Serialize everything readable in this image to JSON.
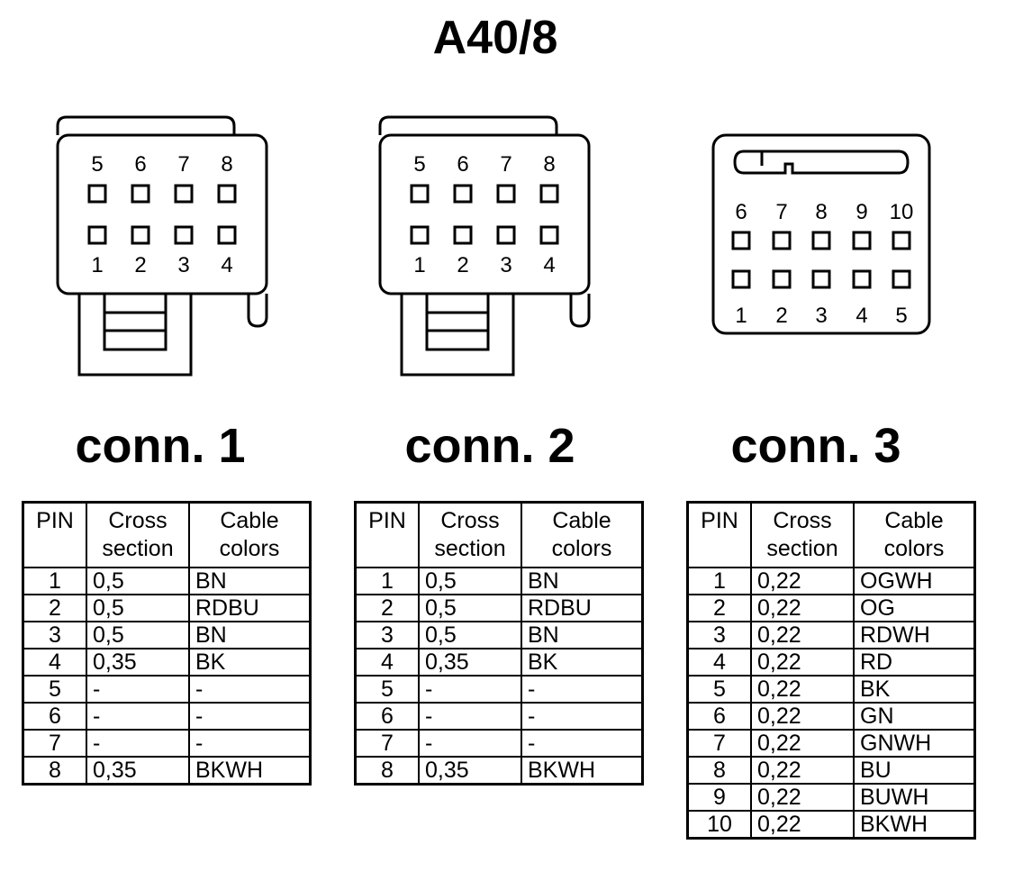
{
  "title": "A40/8",
  "connectors": [
    {
      "label": "conn. 1",
      "pin_top_row": [
        "5",
        "6",
        "7",
        "8"
      ],
      "pin_bottom_row": [
        "1",
        "2",
        "3",
        "4"
      ],
      "headers": {
        "pin": "PIN",
        "section": [
          "Cross",
          "section"
        ],
        "colors": [
          "Cable",
          "colors"
        ]
      },
      "rows": [
        {
          "pin": "1",
          "section": "0,5",
          "color": "BN"
        },
        {
          "pin": "2",
          "section": "0,5",
          "color": "RDBU"
        },
        {
          "pin": "3",
          "section": "0,5",
          "color": "BN"
        },
        {
          "pin": "4",
          "section": "0,35",
          "color": "BK"
        },
        {
          "pin": "5",
          "section": "-",
          "color": "-"
        },
        {
          "pin": "6",
          "section": "-",
          "color": "-"
        },
        {
          "pin": "7",
          "section": "-",
          "color": "-"
        },
        {
          "pin": "8",
          "section": "0,35",
          "color": "BKWH"
        }
      ]
    },
    {
      "label": "conn. 2",
      "pin_top_row": [
        "5",
        "6",
        "7",
        "8"
      ],
      "pin_bottom_row": [
        "1",
        "2",
        "3",
        "4"
      ],
      "headers": {
        "pin": "PIN",
        "section": [
          "Cross",
          "section"
        ],
        "colors": [
          "Cable",
          "colors"
        ]
      },
      "rows": [
        {
          "pin": "1",
          "section": "0,5",
          "color": "BN"
        },
        {
          "pin": "2",
          "section": "0,5",
          "color": "RDBU"
        },
        {
          "pin": "3",
          "section": "0,5",
          "color": "BN"
        },
        {
          "pin": "4",
          "section": "0,35",
          "color": "BK"
        },
        {
          "pin": "5",
          "section": "-",
          "color": "-"
        },
        {
          "pin": "6",
          "section": "-",
          "color": "-"
        },
        {
          "pin": "7",
          "section": "-",
          "color": "-"
        },
        {
          "pin": "8",
          "section": "0,35",
          "color": "BKWH"
        }
      ]
    },
    {
      "label": "conn. 3",
      "pin_top_row": [
        "6",
        "7",
        "8",
        "9",
        "10"
      ],
      "pin_bottom_row": [
        "1",
        "2",
        "3",
        "4",
        "5"
      ],
      "headers": {
        "pin": "PIN",
        "section": [
          "Cross",
          "section"
        ],
        "colors": [
          "Cable",
          "colors"
        ]
      },
      "rows": [
        {
          "pin": "1",
          "section": "0,22",
          "color": "OGWH"
        },
        {
          "pin": "2",
          "section": "0,22",
          "color": "OG"
        },
        {
          "pin": "3",
          "section": "0,22",
          "color": "RDWH"
        },
        {
          "pin": "4",
          "section": "0,22",
          "color": "RD"
        },
        {
          "pin": "5",
          "section": "0,22",
          "color": "BK"
        },
        {
          "pin": "6",
          "section": "0,22",
          "color": "GN"
        },
        {
          "pin": "7",
          "section": "0,22",
          "color": "GNWH"
        },
        {
          "pin": "8",
          "section": "0,22",
          "color": "BU"
        },
        {
          "pin": "9",
          "section": "0,22",
          "color": "BUWH"
        },
        {
          "pin": "10",
          "section": "0,22",
          "color": "BKWH"
        }
      ]
    }
  ]
}
